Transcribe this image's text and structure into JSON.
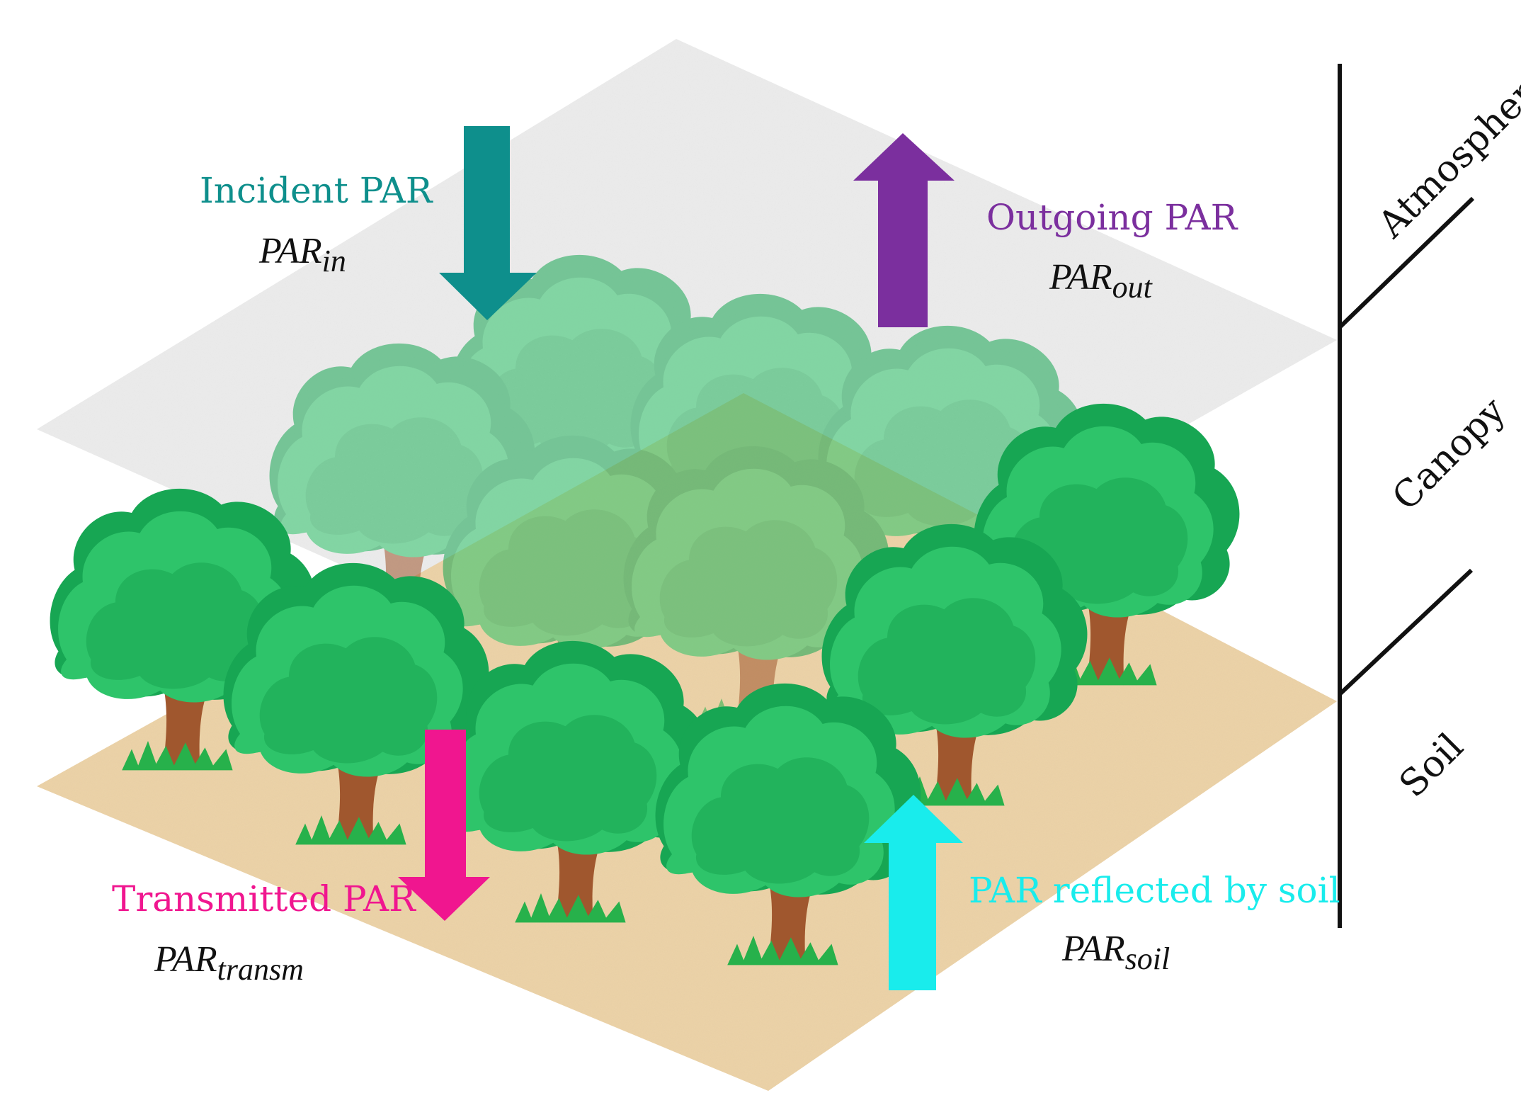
{
  "flows": {
    "incident": {
      "label": "Incident PAR",
      "symbol": "PAR",
      "sub": "in",
      "color": "#0e8f8c"
    },
    "outgoing": {
      "label": "Outgoing PAR",
      "symbol": "PAR",
      "sub": "out",
      "color": "#7b2f9e"
    },
    "transmitted": {
      "label": "Transmitted PAR",
      "symbol": "PAR",
      "sub": "transm",
      "color": "#f0168f"
    },
    "soil": {
      "label": "PAR reflected by soil",
      "symbol": "PAR",
      "sub": "soil",
      "color": "#19ecec"
    }
  },
  "layers": {
    "atmosphere": "Atmosphere",
    "canopy": "Canopy",
    "soil": "Soil"
  },
  "colors": {
    "atmosphere_plane": "#ececec",
    "soil_plane": "#ecd2a6",
    "tree_foliage": "#2ec46a",
    "tree_foliage_dark": "#17a653",
    "tree_trunk": "#a0572e",
    "grass": "#27b14b"
  }
}
